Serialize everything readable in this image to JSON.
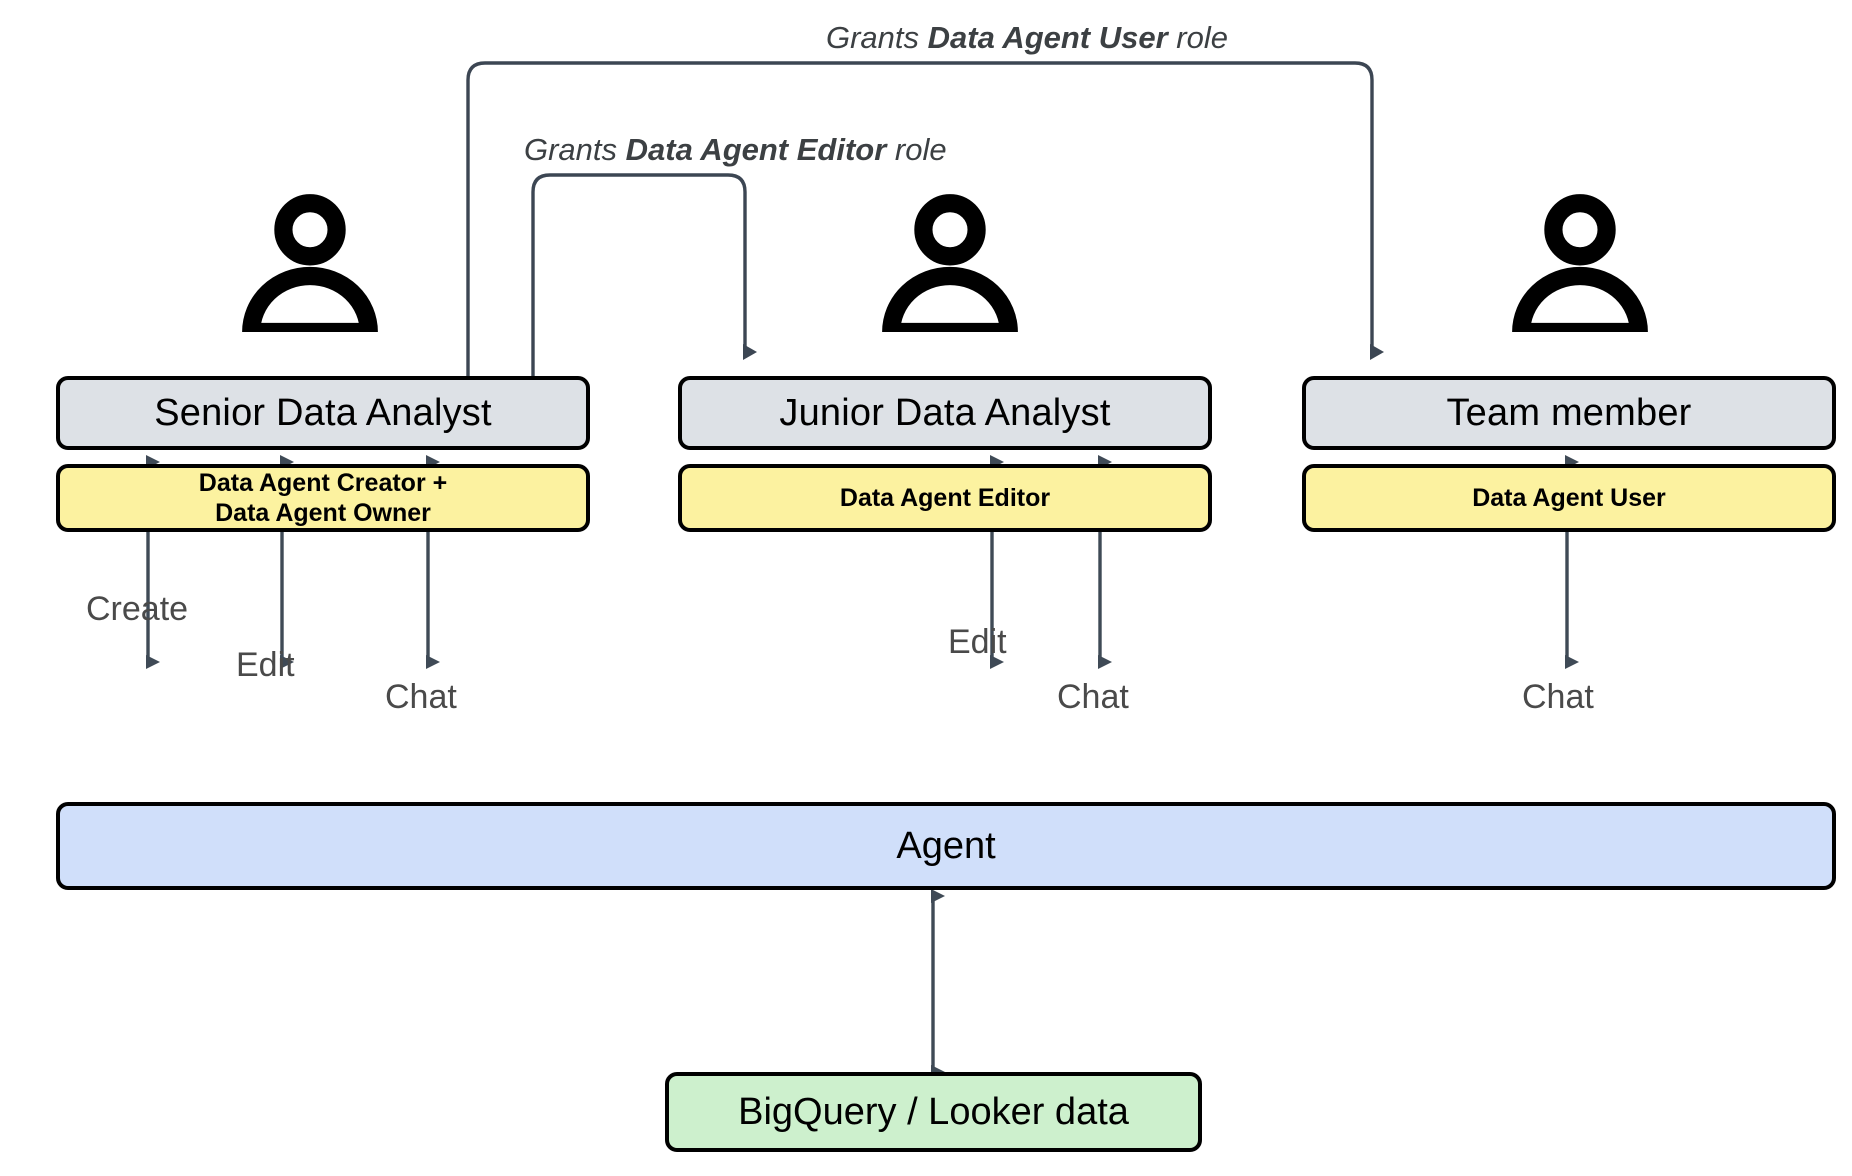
{
  "diagram": {
    "title": "Data Agent role assignment and interaction diagram",
    "colors": {
      "role_box_fill": "#dde1e6",
      "permission_box_fill": "#fcf2a0",
      "agent_box_fill": "#d0dffa",
      "data_box_fill": "#cdf0cd",
      "node_border": "#000000",
      "arrow": "#3f4a56",
      "connector": "#3c4653",
      "label_text": "#4a4a4a",
      "grant_text": "#3c4043",
      "background": "#ffffff"
    },
    "grant_connectors": [
      {
        "id": "grants-data-agent-user",
        "prefix": "Grants ",
        "role": "Data Agent User",
        "suffix": " role",
        "from": "Senior Data Analyst",
        "to": "Team member"
      },
      {
        "id": "grants-data-agent-editor",
        "prefix": "Grants ",
        "role": "Data Agent Editor",
        "suffix": " role",
        "from": "Senior Data Analyst",
        "to": "Junior Data Analyst"
      }
    ],
    "personas": [
      {
        "id": "senior-data-analyst",
        "icon": "person-icon",
        "role": "Senior Data Analyst",
        "permissions": "Data Agent Creator +\nData Agent Owner",
        "permission_lines": [
          "Data Agent Creator +",
          "Data Agent Owner"
        ],
        "actions": [
          "Create",
          "Edit",
          "Chat"
        ]
      },
      {
        "id": "junior-data-analyst",
        "icon": "person-icon",
        "role": "Junior Data Analyst",
        "permissions": "Data Agent Editor",
        "permission_lines": [
          "Data Agent Editor"
        ],
        "actions": [
          "Edit",
          "Chat"
        ]
      },
      {
        "id": "team-member",
        "icon": "person-icon",
        "role": "Team member",
        "permissions": "Data Agent User",
        "permission_lines": [
          "Data Agent User"
        ],
        "actions": [
          "Chat"
        ]
      }
    ],
    "agent": {
      "label": "Agent"
    },
    "datasource": {
      "label": "BigQuery / Looker data"
    }
  }
}
